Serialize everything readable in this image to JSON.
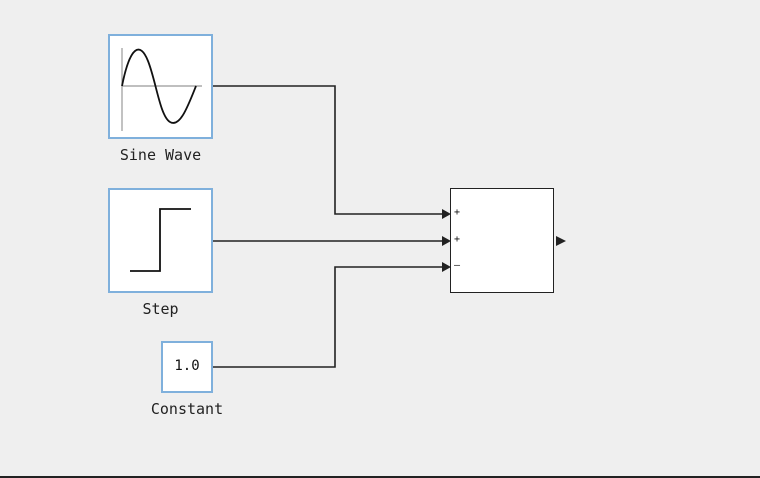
{
  "blocks": {
    "sine": {
      "label": "Sine Wave"
    },
    "step": {
      "label": "Step"
    },
    "constant": {
      "label": "Constant",
      "value": "1.0"
    },
    "sum": {
      "signs": [
        "+",
        "+",
        "–"
      ]
    }
  },
  "colors": {
    "background": "#efefef",
    "block_border": "#7fb0dc",
    "line": "#222222"
  }
}
